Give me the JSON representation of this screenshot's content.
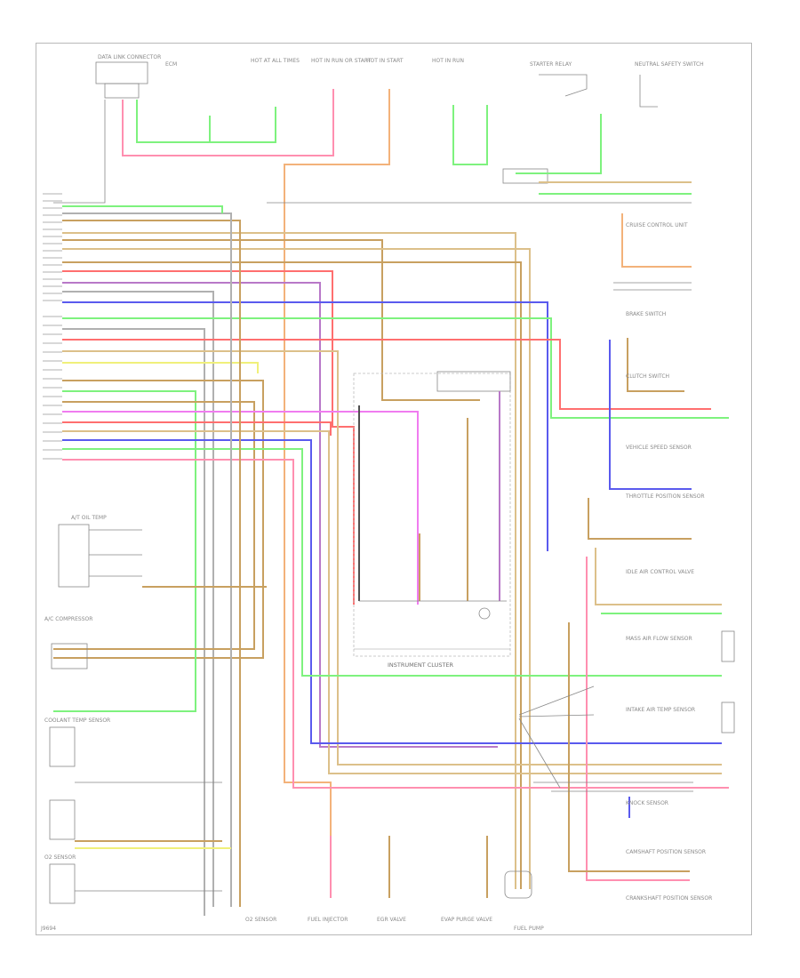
{
  "diagram": {
    "cluster_label": "INSTRUMENT CLUSTER",
    "footer_id": "J9694",
    "top_components": [
      "DATA LINK CONNECTOR",
      "ECM",
      "HOT AT ALL TIMES",
      "HOT IN RUN OR START",
      "HOT IN START",
      "HOT IN RUN",
      "STARTER RELAY",
      "NEUTRAL SAFETY SWITCH"
    ],
    "right_components": [
      "CRUISE CONTROL UNIT",
      "BRAKE SWITCH",
      "CLUTCH SWITCH",
      "VEHICLE SPEED SENSOR",
      "THROTTLE POSITION SENSOR",
      "IDLE AIR CONTROL VALVE",
      "MASS AIR FLOW SENSOR",
      "INTAKE AIR TEMP SENSOR",
      "KNOCK SENSOR",
      "CAMSHAFT POSITION SENSOR",
      "CRANKSHAFT POSITION SENSOR"
    ],
    "left_components": [
      "A/T OIL TEMP",
      "A/C COMPRESSOR",
      "COOLANT TEMP SENSOR",
      "O2 SENSOR"
    ],
    "bottom_components": [
      "O2 SENSOR",
      "FUEL INJECTOR",
      "EGR VALVE",
      "EVAP PURGE VALVE",
      "FUEL PUMP"
    ],
    "wire_colors": {
      "green": "#7ef27e",
      "pink": "#ff8fb0",
      "red": "#ff6f6f",
      "orange": "#f3b27a",
      "tan": "#dcc08a",
      "brown": "#c8a060",
      "blue": "#5a5aee",
      "violet": "#b878c8",
      "yellow": "#f0f07a",
      "gray": "#b0b0b0",
      "magenta": "#f07cf0",
      "black": "#505050"
    }
  }
}
